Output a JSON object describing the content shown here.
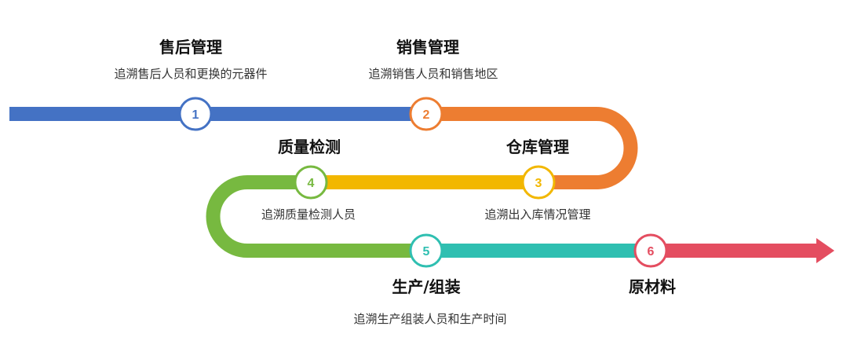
{
  "colors": {
    "step1": "#4472c4",
    "step2": "#ed7d31",
    "step3": "#f2b700",
    "step4": "#77b940",
    "step5": "#2fbfb1",
    "step6": "#e44d60"
  },
  "steps": [
    {
      "number": "1",
      "title": "售后管理",
      "description": "追溯售后人员和更换的元器件"
    },
    {
      "number": "2",
      "title": "销售管理",
      "description": "追溯销售人员和销售地区"
    },
    {
      "number": "3",
      "title": "仓库管理",
      "description": "追溯出入库情况管理"
    },
    {
      "number": "4",
      "title": "质量检测",
      "description": "追溯质量检测人员"
    },
    {
      "number": "5",
      "title": "生产/组装",
      "description": "追溯生产组装人员和生产时间"
    },
    {
      "number": "6",
      "title": "原材料"
    }
  ]
}
